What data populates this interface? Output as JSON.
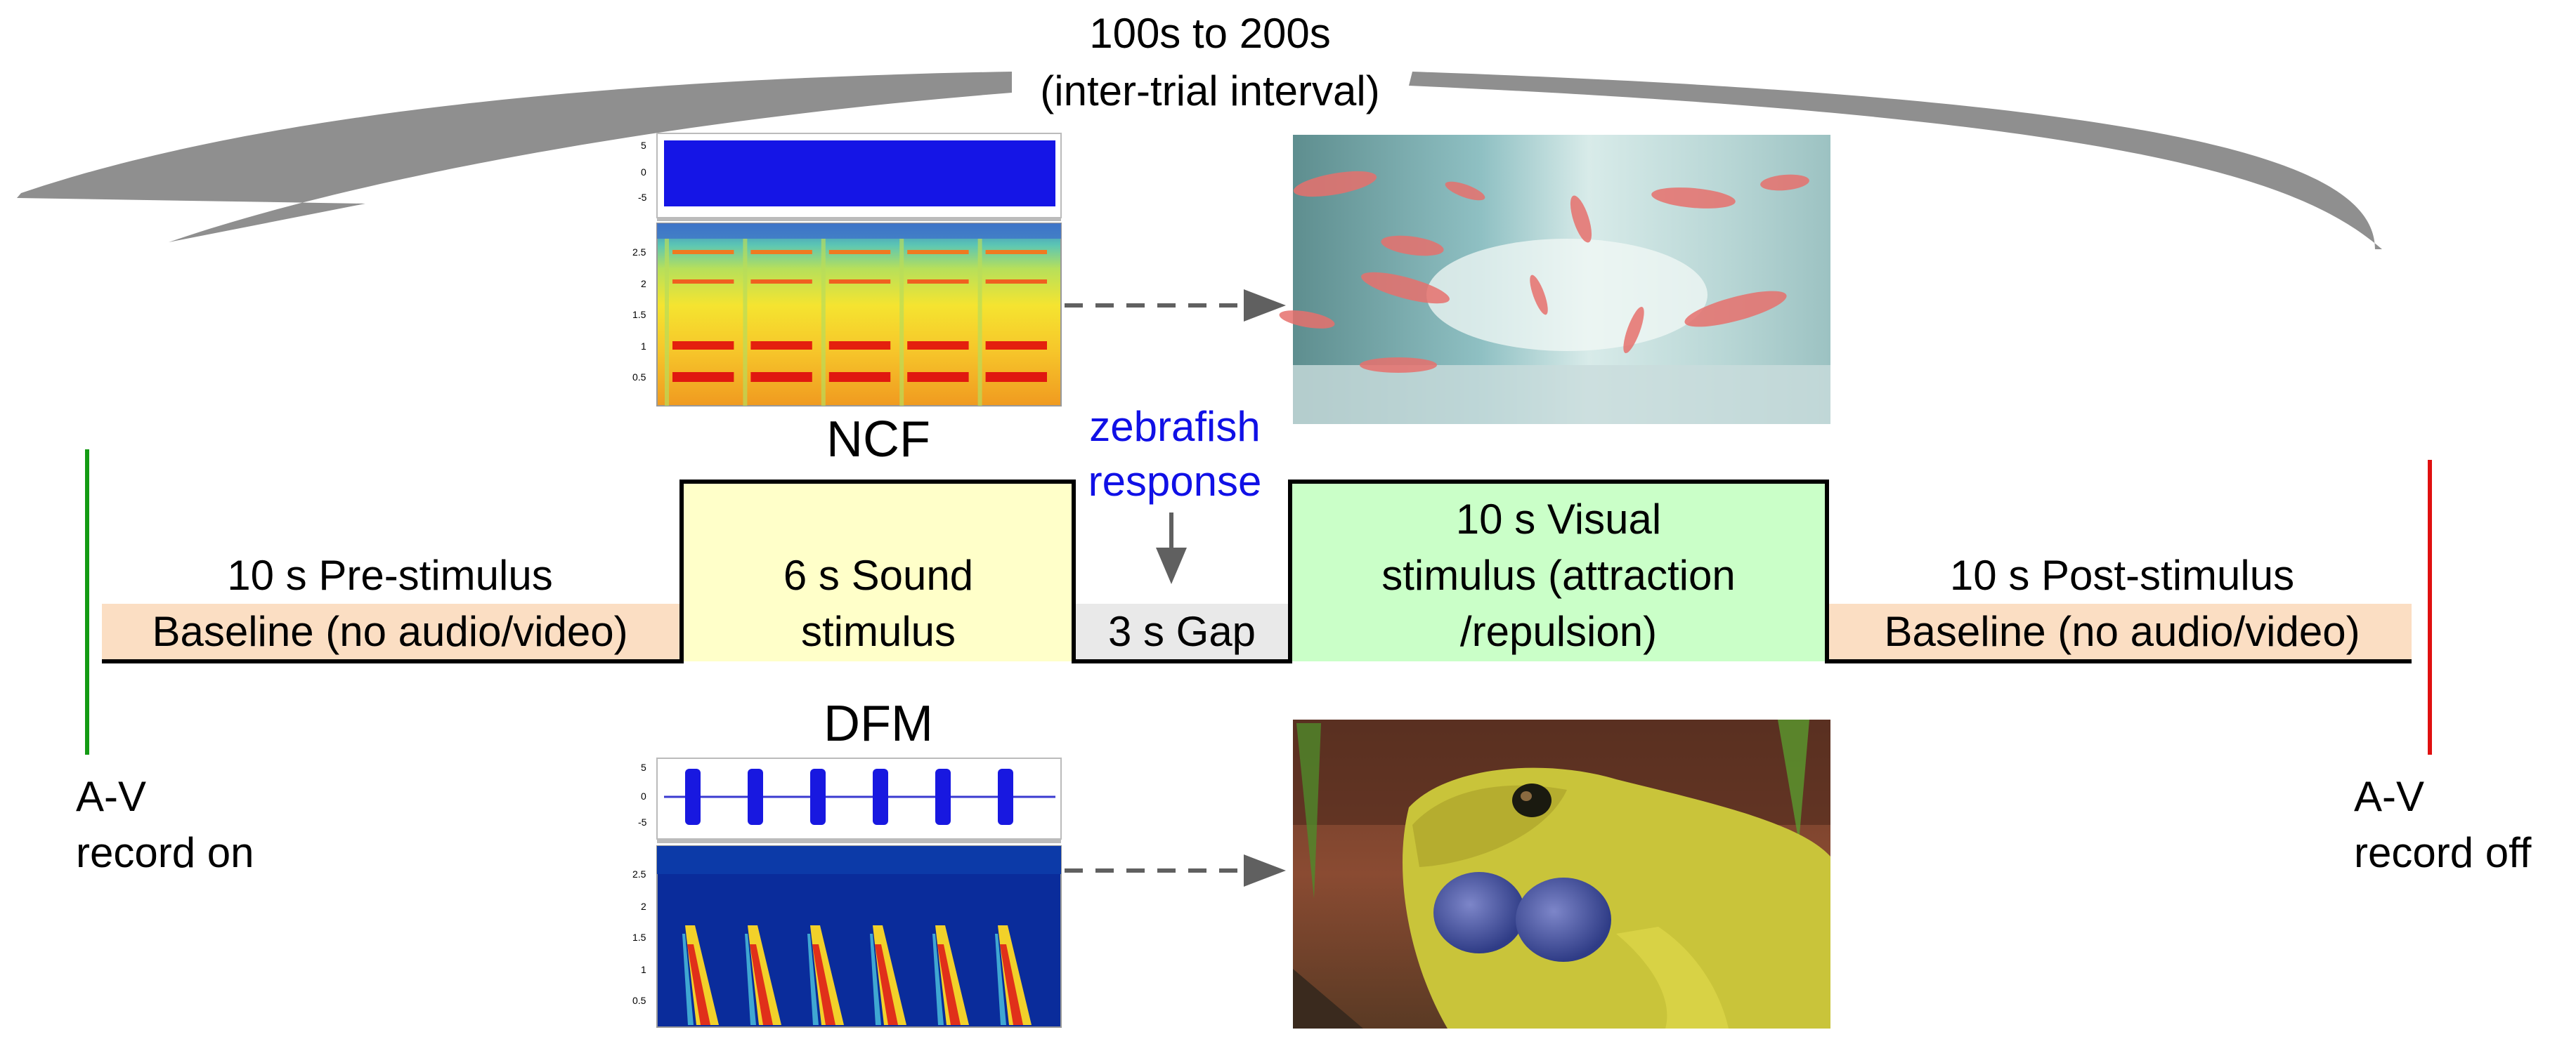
{
  "interval": {
    "line1": "100s to 200s",
    "line2": "(inter-trial interval)"
  },
  "sounds": {
    "ncf": {
      "label": "NCF",
      "wave_ticks": [
        "5",
        "0",
        "-5"
      ],
      "spec_ticks": [
        "2.5",
        "2",
        "1.5",
        "1",
        "0.5"
      ]
    },
    "dfm": {
      "label": "DFM",
      "wave_ticks": [
        "5",
        "0",
        "-5"
      ],
      "spec_ticks": [
        "2.5",
        "2",
        "1.5",
        "1",
        "0.5"
      ]
    }
  },
  "response": {
    "line1": "zebrafish",
    "line2": "response"
  },
  "phases": {
    "pre": {
      "line1": "10 s Pre-stimulus",
      "line2": "Baseline (no audio/video)"
    },
    "sound": {
      "line1": "6 s Sound",
      "line2": "stimulus"
    },
    "gap": {
      "label": "3 s Gap"
    },
    "visual": {
      "line1": "10 s Visual",
      "line2": "stimulus (attraction",
      "line3": "/repulsion)"
    },
    "post": {
      "line1": "10 s Post-stimulus",
      "line2": "Baseline (no audio/video)"
    }
  },
  "record": {
    "on": {
      "line1": "A-V",
      "line2": "record on"
    },
    "off": {
      "line1": "A-V",
      "line2": "record off"
    }
  },
  "images": {
    "top": "zebrafish-photo",
    "bottom": "bullfrog-photo"
  },
  "colors": {
    "sound_block": "#ffffc9",
    "visual_block": "#caffc8",
    "gap_block": "#e9e9e9",
    "baseline_highlight": "#fbdec3",
    "response_text": "#1010e6",
    "record_on": "#149b14",
    "record_off": "#e01010",
    "arrow": "#8f8f8f"
  }
}
